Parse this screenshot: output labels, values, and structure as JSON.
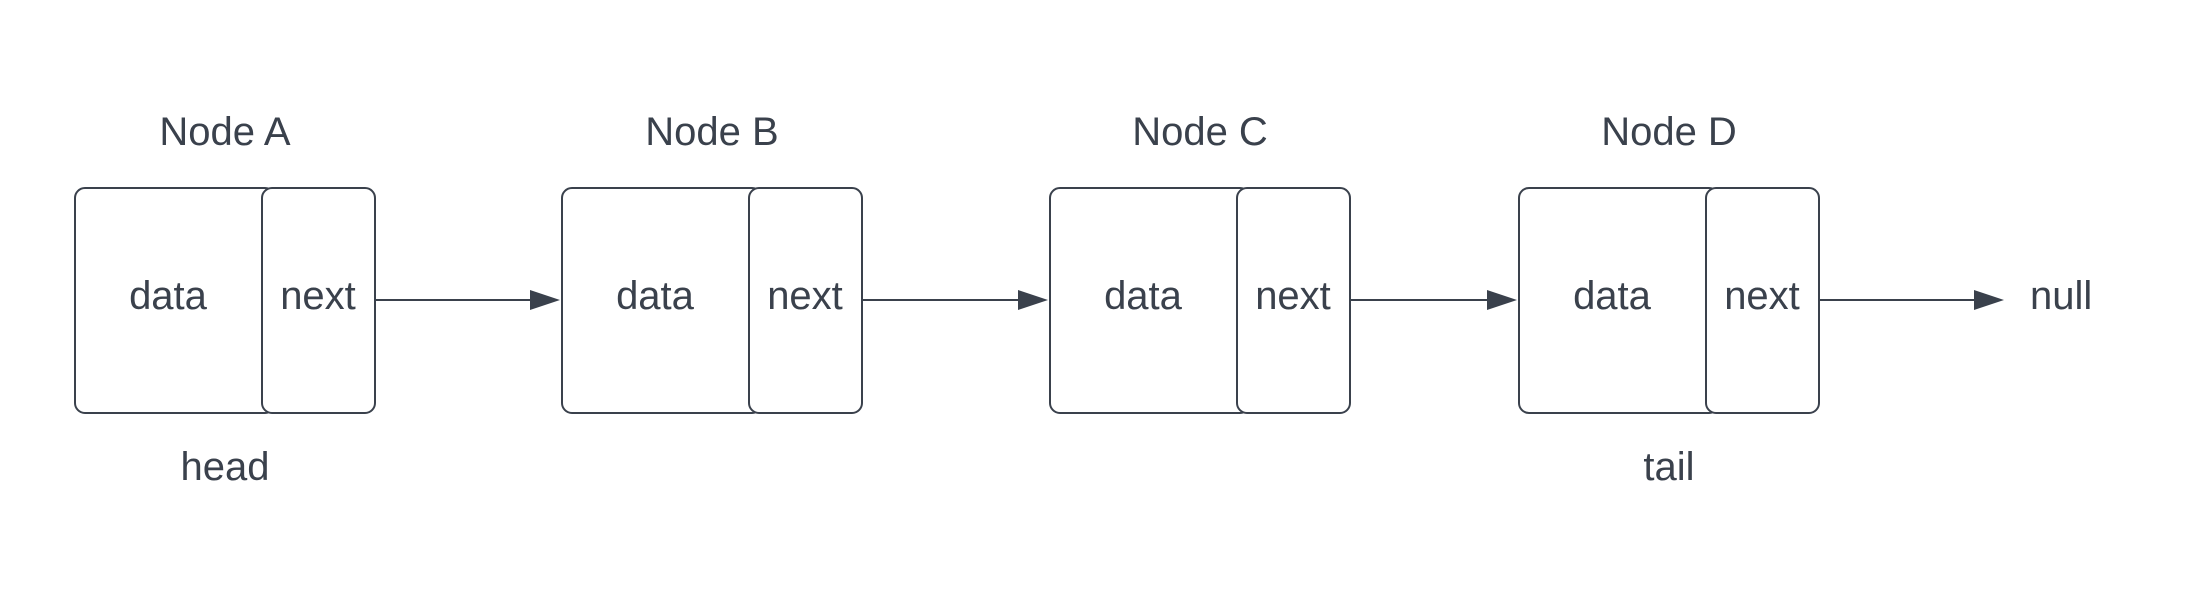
{
  "diagram": {
    "nodes": [
      {
        "title": "Node A",
        "data_label": "data",
        "next_label": "next",
        "role": "head"
      },
      {
        "title": "Node B",
        "data_label": "data",
        "next_label": "next",
        "role": ""
      },
      {
        "title": "Node C",
        "data_label": "data",
        "next_label": "next",
        "role": ""
      },
      {
        "title": "Node D",
        "data_label": "data",
        "next_label": "next",
        "role": "tail"
      }
    ],
    "terminal": "null",
    "colors": {
      "stroke": "#3a414c",
      "text": "#3a414c",
      "background": "#ffffff"
    }
  }
}
